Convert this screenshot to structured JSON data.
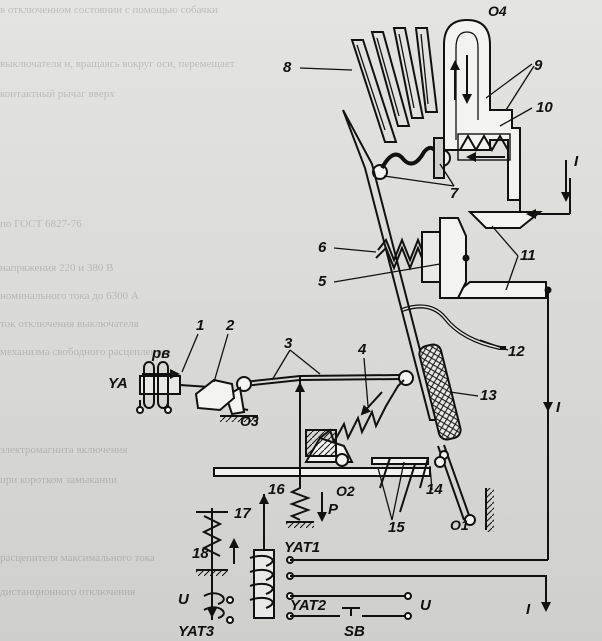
{
  "background_text": [
    "в отключенном состоянии с помощью собачки",
    "выключателя и, вращаясь вокруг оси, перемещает",
    "контактный рычаг вверх",
    "по ГОСТ 6827-76",
    "напряжения 220 и 380 В",
    "номинального тока до 6300 А",
    "ток отключения выключателя",
    "механизма свободного расцепления",
    "электромагнита включения",
    "при коротком замыкании",
    "расцепителя максимального тока",
    "дистанционного отключения"
  ],
  "labels": {
    "n1": "1",
    "n2": "2",
    "n3": "3",
    "n4": "4",
    "n5": "5",
    "n6": "6",
    "n7": "7",
    "n8": "8",
    "n9": "9",
    "n10": "10",
    "n11": "11",
    "n12": "12",
    "n13": "13",
    "n14": "14",
    "n15": "15",
    "n16": "16",
    "n17": "17",
    "n18": "18",
    "ya": "YA",
    "pv": "pв",
    "o1": "O1",
    "o2": "O2",
    "o3": "O3",
    "o4": "O4",
    "p": "P",
    "i_top": "I",
    "i_mid": "I",
    "i_bot": "I",
    "u_left": "U",
    "u_right": "U",
    "yat1": "YAT1",
    "yat2": "YAT2",
    "yat3": "YAT3",
    "sb": "SB"
  }
}
